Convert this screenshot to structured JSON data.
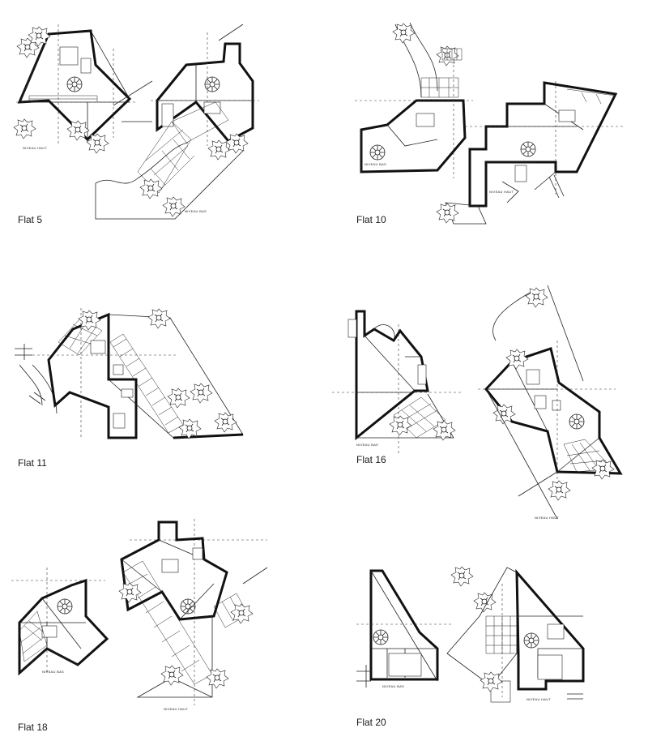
{
  "plans": [
    {
      "id": "flat5",
      "label": "Flat 5",
      "levels": [
        "NIVEAU HAUT",
        "NIVEAU BAS"
      ]
    },
    {
      "id": "flat10",
      "label": "Flat 10",
      "levels": [
        "NIVEAU BAS",
        "NIVEAU HAUT"
      ]
    },
    {
      "id": "flat11",
      "label": "Flat 11",
      "levels": []
    },
    {
      "id": "flat16",
      "label": "Flat 16",
      "levels": [
        "NIVEAU BAS",
        "NIVEAU HAUT"
      ]
    },
    {
      "id": "flat18",
      "label": "Flat 18",
      "levels": [
        "NIVEAU BAS",
        "NIVEAU HAUT"
      ]
    },
    {
      "id": "flat20",
      "label": "Flat 20",
      "levels": [
        "NIVEAU BAS",
        "NIVEAU HAUT"
      ]
    }
  ],
  "colors": {
    "ink": "#111111",
    "paper": "#ffffff"
  }
}
